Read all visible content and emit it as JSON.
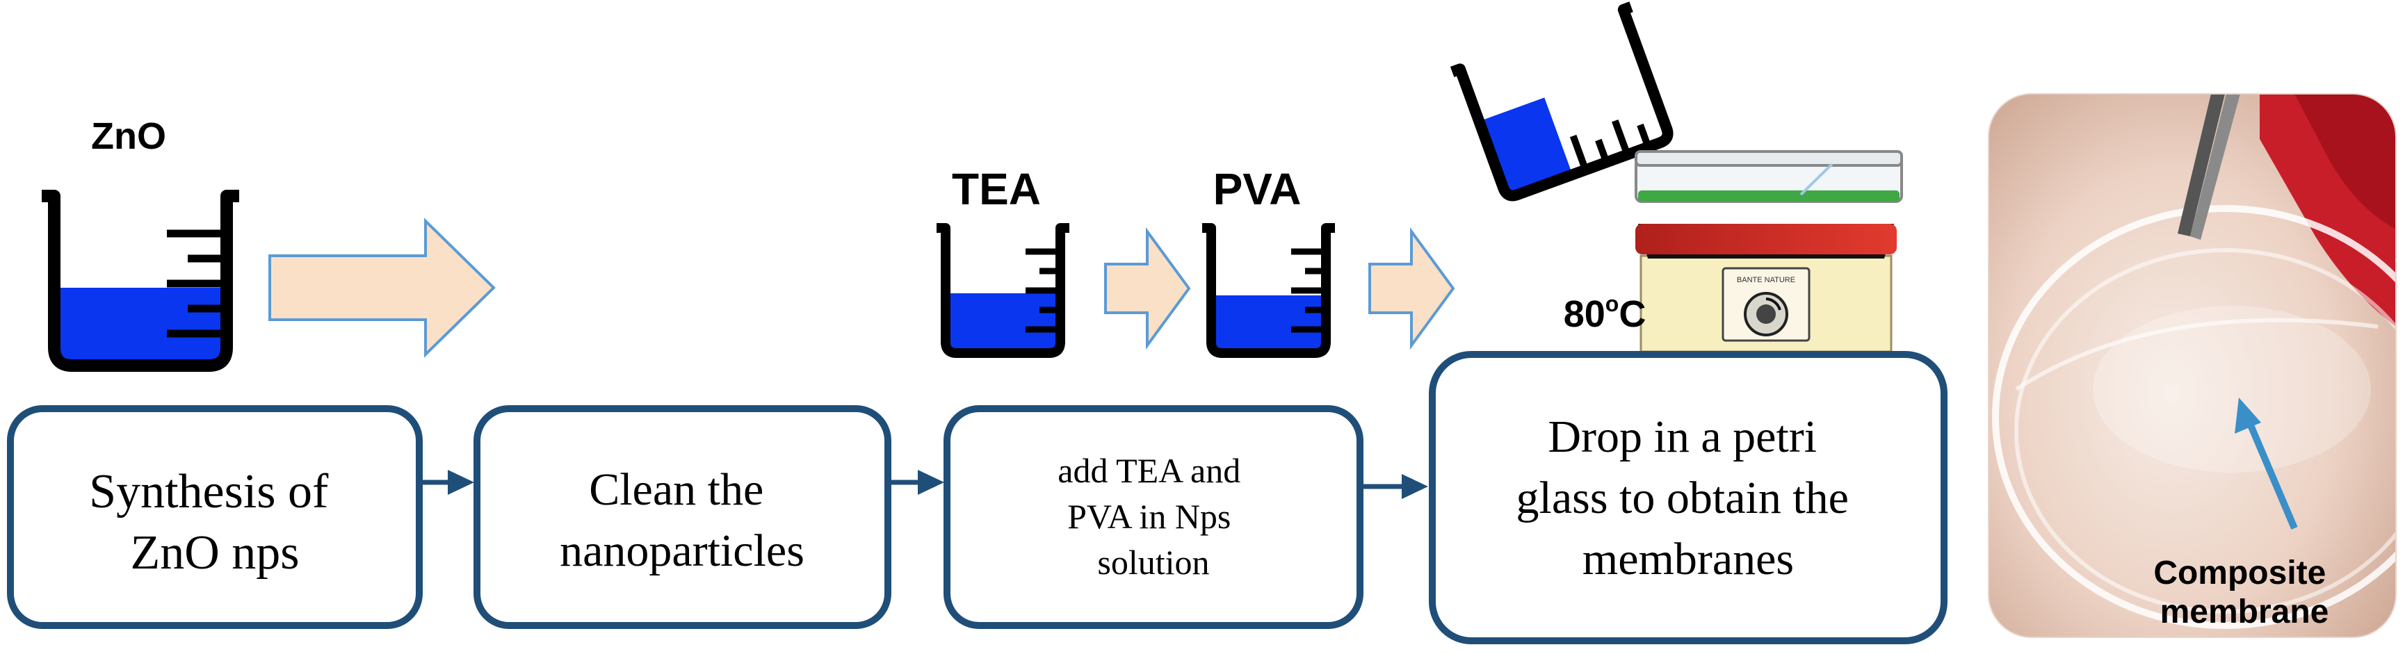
{
  "labels": {
    "zno": "ZnO",
    "tea": "TEA",
    "pva": "PVA",
    "temp_value": "80",
    "temp_sup": "o",
    "temp_unit": "C",
    "hotplate_brand": "BANTE NATURE"
  },
  "steps": [
    {
      "lines": [
        "Synthesis of",
        "ZnO nps"
      ]
    },
    {
      "lines": [
        "Clean the",
        "nanoparticles"
      ]
    },
    {
      "lines": [
        "add TEA and",
        "PVA in Nps",
        "solution"
      ]
    },
    {
      "lines": [
        "Drop in a petri",
        "glass to obtain the",
        "membranes"
      ]
    }
  ],
  "photo": {
    "caption_lines": [
      "Composite",
      "membrane"
    ]
  },
  "colors": {
    "box_border": "#1f4e79",
    "connector": "#1f4e79",
    "big_arrow_fill": "#fbe0c8",
    "big_arrow_stroke": "#5b9bd5",
    "liquid": "#0a36f0",
    "hotplate_red": "#e0241f",
    "hotplate_body": "#f7efc0",
    "petri_green": "#3fa845",
    "pointer_arrow": "#3a8fc8"
  }
}
